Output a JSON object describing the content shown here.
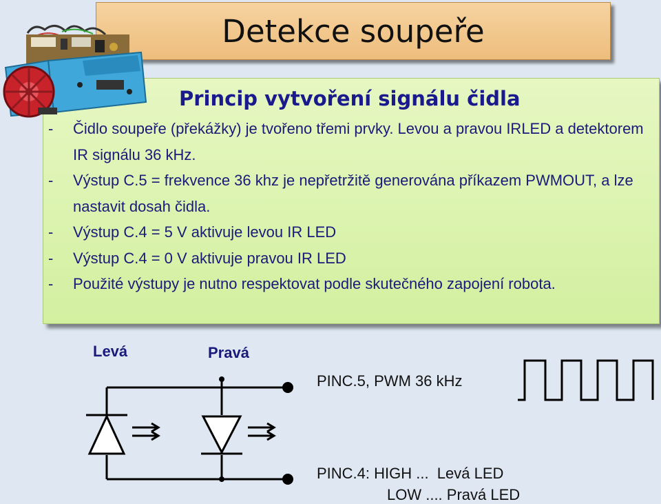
{
  "title": "Detekce soupeře",
  "subtitle": "Princip vytvoření signálu čidla",
  "items": [
    {
      "dash": "-",
      "text": "Čidlo soupeře (překážky) je tvořeno třemi prvky. Levou a pravou IRLED a detektorem IR signálu 36 kHz."
    },
    {
      "dash": "-",
      "text": "Výstup C.5 = frekvence 36 khz je nepřetržitě generována příkazem PWMOUT, a lze nastavit dosah čidla."
    },
    {
      "dash": "-",
      "text": "Výstup C.4 = 5 V aktivuje levou IR LED"
    },
    {
      "dash": "-",
      "text": "Výstup C.4 = 0 V aktivuje pravou IR LED"
    },
    {
      "dash": "-",
      "text": "Použité výstupy je nutno respektovat podle skutečného zapojení robota."
    }
  ],
  "diagram": {
    "left_label": "Levá",
    "right_label": "Pravá",
    "pinc5": "PINC.5, PWM 36 kHz",
    "pinc4_line1": "PINC.4: HIGH ...  Levá LED",
    "pinc4_line2": "LOW .... Pravá LED"
  },
  "colors": {
    "title_bg": "#f0c488",
    "content_bg": "#dcf3b0",
    "text": "#1a1a7a",
    "page_bg": "#dfe8f2"
  },
  "icons": [
    "robot-image",
    "led-diode-icon",
    "ir-arrow-icon",
    "square-wave-icon"
  ]
}
